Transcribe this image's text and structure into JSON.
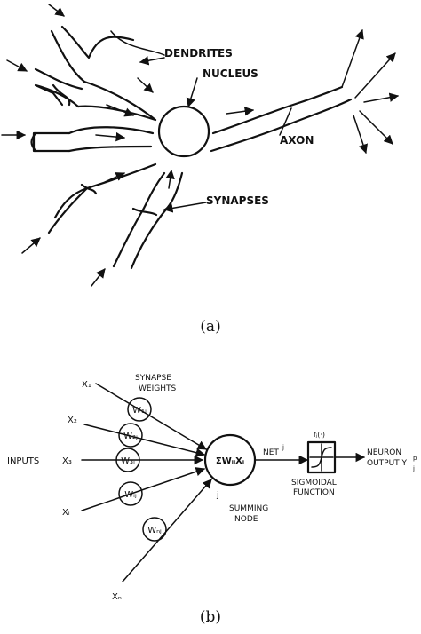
{
  "panel_a": {
    "caption": "(a)",
    "labels": {
      "dendrites": "DENDRITES",
      "nucleus": "NUCLEUS",
      "axon": "AXON",
      "synapses": "SYNAPSES"
    }
  },
  "panel_b": {
    "caption": "(b)",
    "labels": {
      "synapse_weights_line1": "SYNAPSE",
      "synapse_weights_line2": "WEIGHTS",
      "inputs": "INPUTS",
      "sum": "ΣWᵢⱼXᵢ",
      "net": "NET",
      "net_sup": "j",
      "summing_node_line1": "SUMMING",
      "summing_node_line2": "NODE",
      "node_index": "j",
      "function_label": "fⱼ(·)",
      "sigmoidal_line1": "SIGMOIDAL",
      "sigmoidal_line2": "FUNCTION",
      "neuron_output_line1": "NEURON",
      "neuron_output_line2": "OUTPUT Y",
      "output_sup": "p",
      "output_sub": "j"
    },
    "inputs": [
      {
        "label": "X₁",
        "weight": "W₁ⱼ"
      },
      {
        "label": "X₂",
        "weight": "W₂ⱼ"
      },
      {
        "label": "X₃",
        "weight": "W₃ⱼ"
      },
      {
        "label": "Xᵢ",
        "weight": "Wᵢⱼ"
      },
      {
        "label": "Xₙ",
        "weight": "Wₙⱼ"
      }
    ]
  }
}
